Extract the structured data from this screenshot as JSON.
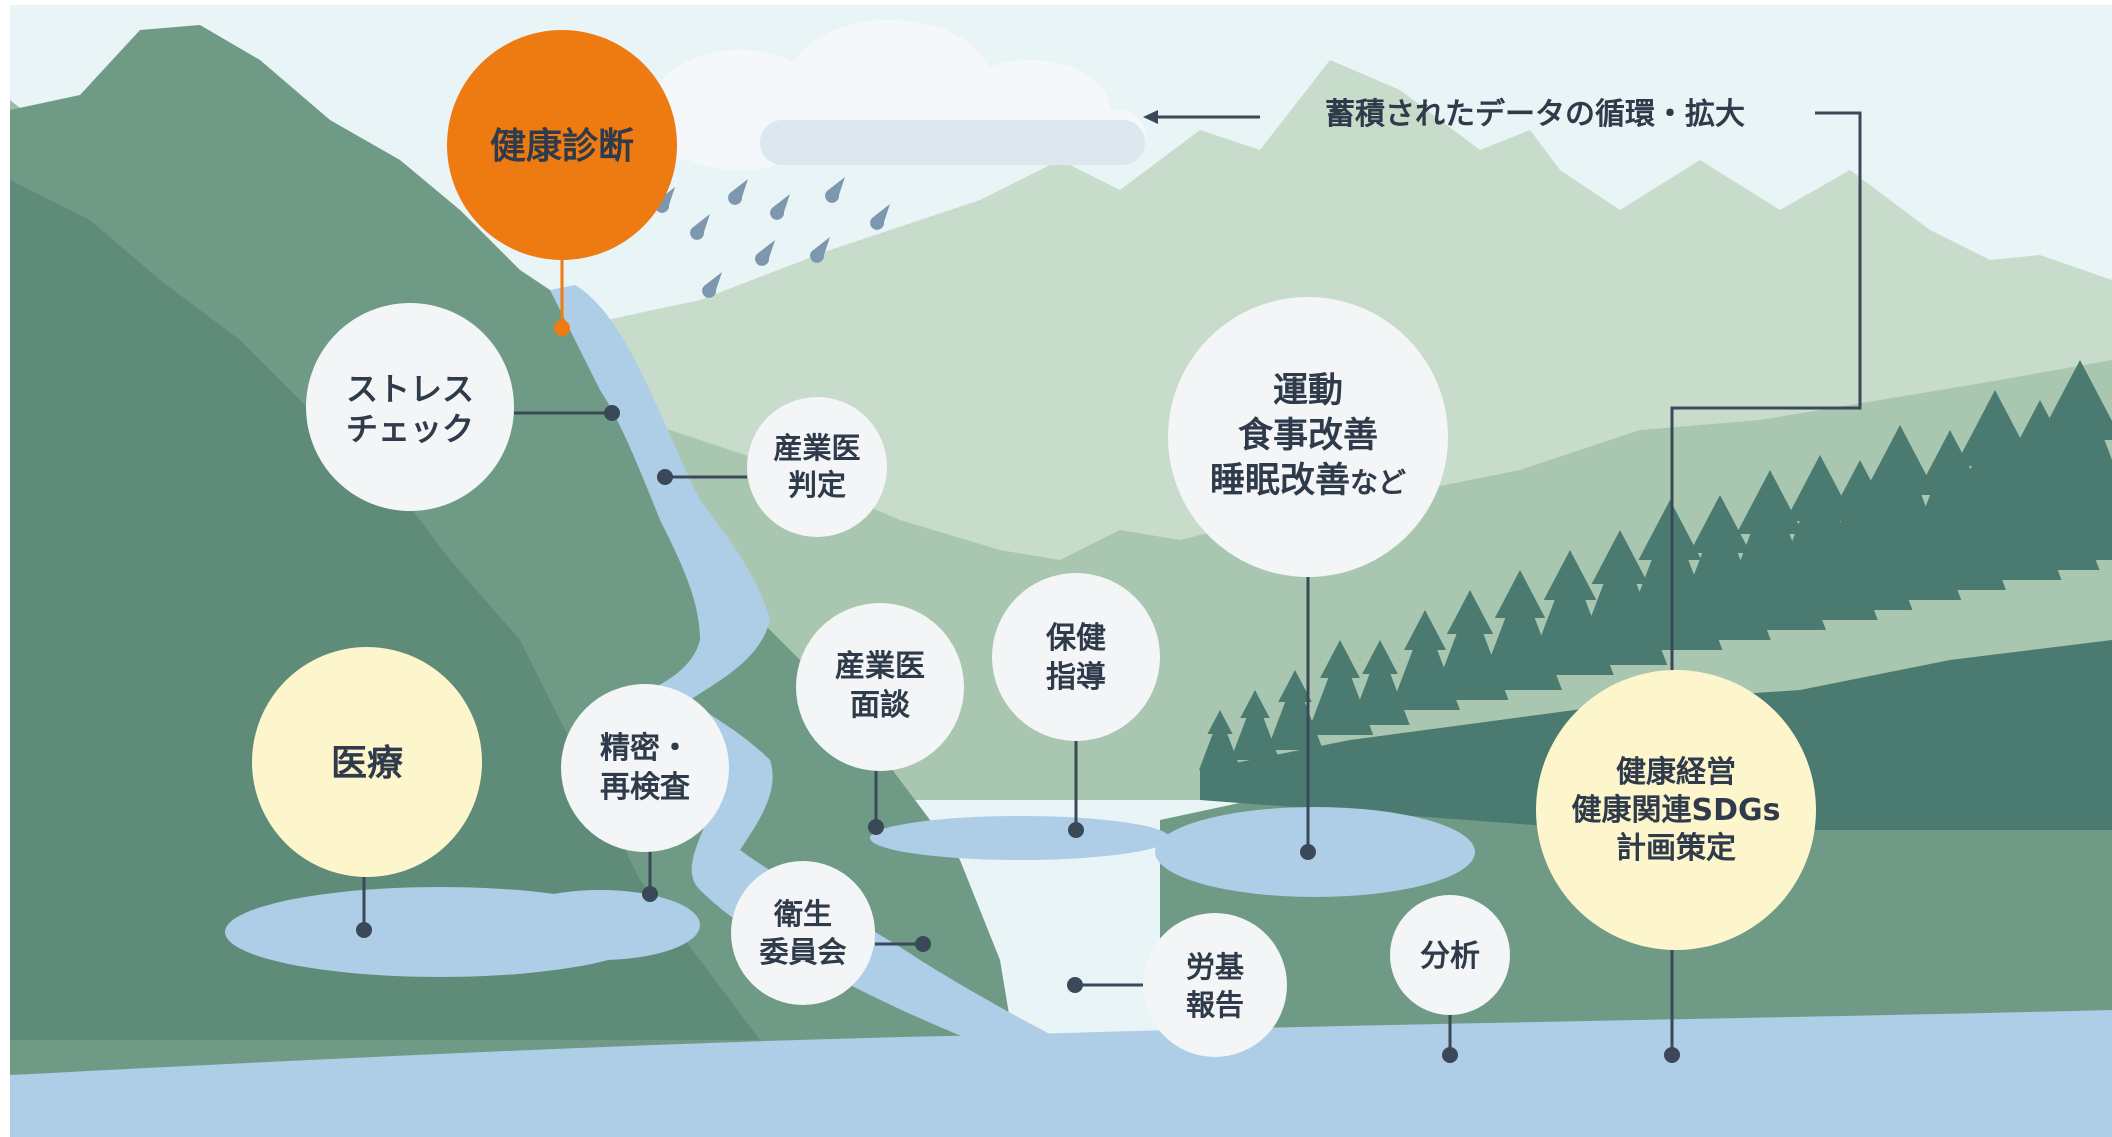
{
  "colors": {
    "sky": "#e9f4f6",
    "mountain_far": "#c8dccb",
    "mountain_mid": "#a9c6b0",
    "mountain_dark": "#6f9b86",
    "forest": "#4a7a70",
    "water": "#aecde6",
    "node_fill": "#f3f5f7",
    "node_highlight": "#ee7a12",
    "node_soft": "#fdf5cc",
    "text_dark": "#2f3b4a",
    "connector": "#3b4858"
  },
  "header": {
    "feedback_label": "蓄積されたデータの循環・拡大"
  },
  "nodes": {
    "health_checkup": {
      "lines": [
        "健康診断"
      ]
    },
    "stress_check": {
      "lines": [
        "ストレス",
        "チェック"
      ]
    },
    "occupational_doctor_judgment": {
      "lines": [
        "産業医",
        "判定"
      ]
    },
    "lifestyle": {
      "lines": [
        "運動",
        "食事改善"
      ],
      "last_line": "睡眠改善",
      "last_suffix": "など"
    },
    "occupational_doctor_interview": {
      "lines": [
        "産業医",
        "面談"
      ]
    },
    "health_guidance": {
      "lines": [
        "保健",
        "指導"
      ]
    },
    "medical_care": {
      "lines": [
        "医療"
      ]
    },
    "reexamination": {
      "lines": [
        "精密・",
        "再検査"
      ]
    },
    "health_committee": {
      "lines": [
        "衛生",
        "委員会"
      ]
    },
    "labor_report": {
      "lines": [
        "労基",
        "報告"
      ]
    },
    "analysis": {
      "lines": [
        "分析"
      ]
    },
    "health_management": {
      "lines": [
        "健康経営",
        "健康関連SDGs",
        "計画策定"
      ]
    }
  }
}
